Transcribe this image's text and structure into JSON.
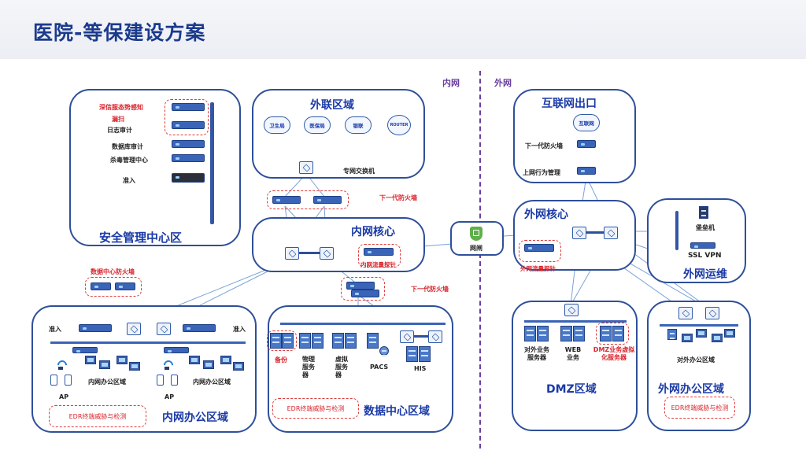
{
  "page_title": "医院-等保建设方案",
  "boundary": {
    "inner": "内网",
    "outer": "外网"
  },
  "zones": {
    "security": {
      "title": "安全管理中心区",
      "items": [
        "深信服态势感知",
        "漏扫",
        "日志审计",
        "数据库审计",
        "杀毒管理中心",
        "准入"
      ]
    },
    "external": {
      "title": "外联区域",
      "clouds": [
        "卫生局",
        "医保局",
        "银联",
        "ROUTER"
      ],
      "switch_label": "专网交换机"
    },
    "core_inner": {
      "title": "内网核心",
      "probe_label": "内网流量探针"
    },
    "firewall_top": "下一代防火墙",
    "firewall_mid": "下一代防火墙",
    "dc_firewall": "数据中心防火墙",
    "gateway": "网闸",
    "office_inner": {
      "title": "内网办公区域",
      "access_left": "准入",
      "access_right": "准入",
      "ap_left": "AP",
      "ap_right": "AP",
      "area_left": "内网办公区域",
      "area_right": "内网办公区域",
      "edr": "EDR终端威胁与检测"
    },
    "datacenter": {
      "title": "数据中心区域",
      "backup": "备份",
      "physical": "物理服务器",
      "virtual": "虚拟服务器",
      "pacs": "PACS",
      "his": "HIS",
      "edr": "EDR终端威胁与检测"
    },
    "internet_exit": {
      "title": "互联网出口",
      "cloud": "互联网",
      "ngfw": "下一代防火墙",
      "behavior": "上网行为管理"
    },
    "core_outer": {
      "title": "外网核心",
      "probe_label": "外网流量探针"
    },
    "ops": {
      "title": "外网运维",
      "bastion": "堡垒机",
      "vpn": "SSL VPN"
    },
    "dmz": {
      "title": "DMZ区域",
      "svc1": "对外业务服务器",
      "svc2": "WEB业务",
      "svc3": "DMZ业务虚拟化服务器"
    },
    "office_outer": {
      "title": "外网办公区域",
      "area": "对外办公区域",
      "edr": "EDR终端威胁与检测"
    }
  },
  "colors": {
    "title": "#1a3a8c",
    "zone_border": "#2e4f9a",
    "alert": "#d8262e",
    "divider": "#6a3fa0"
  }
}
